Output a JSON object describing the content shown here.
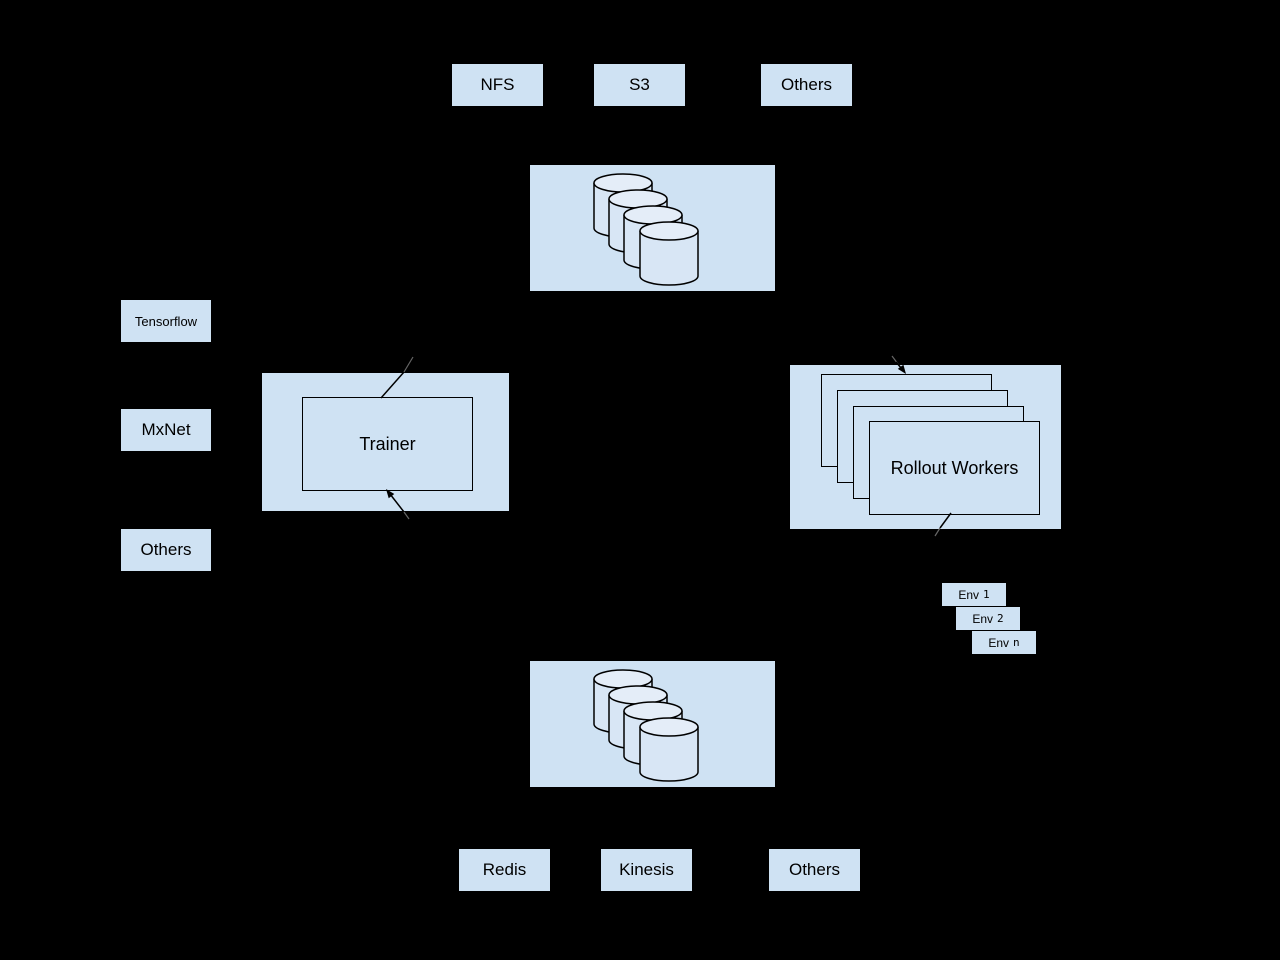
{
  "colors": {
    "background": "#000000",
    "box_fill": "#cfe2f3",
    "outline": "#000000",
    "cylinder_body_fill": "#d8e6f5",
    "cylinder_top_fill": "#e4edf8",
    "connector": "#000000",
    "connector_faint": "#666666"
  },
  "model_storage_backends": {
    "items": [
      "NFS",
      "S3",
      "Others"
    ]
  },
  "model_storage_cluster": {
    "icon": "database-stack-icon",
    "cylinder_count": 4
  },
  "frameworks": {
    "items": [
      "Tensorflow",
      "MxNet",
      "Others"
    ]
  },
  "trainer": {
    "label": "Trainer"
  },
  "rollout_workers": {
    "label": "Rollout Workers",
    "stack_count": 4
  },
  "environments": {
    "items": [
      {
        "prefix": "Env",
        "id": "1"
      },
      {
        "prefix": "Env",
        "id": "2"
      },
      {
        "prefix": "Env",
        "id": "n"
      }
    ]
  },
  "data_storage_cluster": {
    "icon": "database-stack-icon",
    "cylinder_count": 4
  },
  "data_storage_backends": {
    "items": [
      "Redis",
      "Kinesis",
      "Others"
    ]
  }
}
